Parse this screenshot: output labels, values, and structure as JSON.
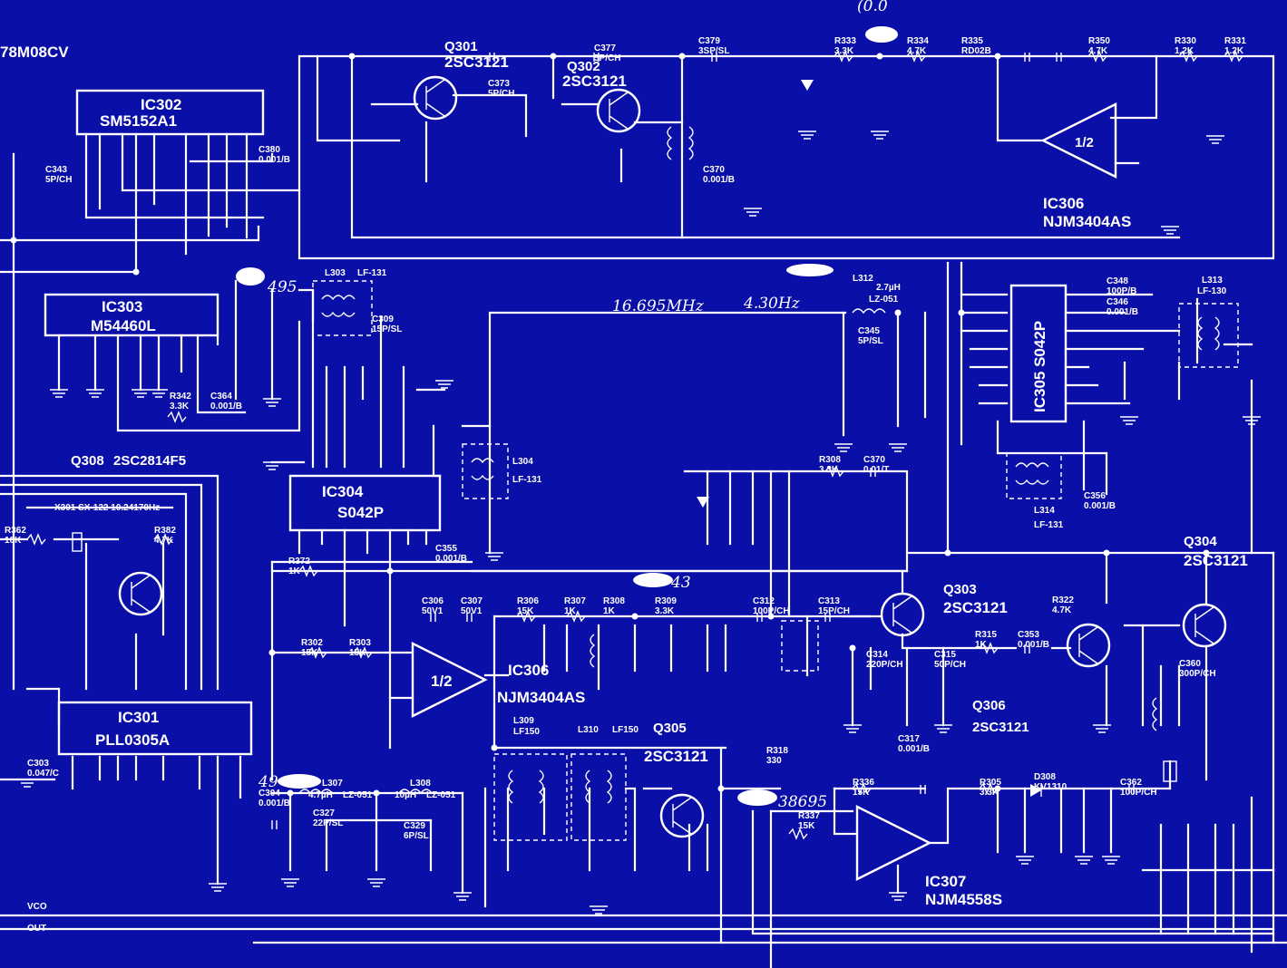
{
  "ic_labels": [
    {
      "id": "ic302-name",
      "text": "IC302"
    },
    {
      "id": "ic302-part",
      "text": "SM5152A1"
    },
    {
      "id": "ic303-name",
      "text": "IC303"
    },
    {
      "id": "ic303-part",
      "text": "M54460L"
    },
    {
      "id": "ic304-name",
      "text": "IC304"
    },
    {
      "id": "ic304-part",
      "text": "S042P"
    },
    {
      "id": "ic305-part",
      "text": "IC305 S042P"
    },
    {
      "id": "ic301-name",
      "text": "IC301"
    },
    {
      "id": "ic301-part",
      "text": "PLL0305A"
    },
    {
      "id": "ic306-top-name",
      "text": "IC306"
    },
    {
      "id": "ic306-top-part",
      "text": "NJM3404AS"
    },
    {
      "id": "ic306-mid-name",
      "text": "IC306"
    },
    {
      "id": "ic306-mid-part",
      "text": "NJM3404AS"
    },
    {
      "id": "ic307-name",
      "text": "IC307"
    },
    {
      "id": "ic307-part",
      "text": "NJM4558S"
    }
  ],
  "transistor_labels": [
    {
      "id": "q301",
      "name": "Q301",
      "part": "2SC3121"
    },
    {
      "id": "q302",
      "name": "Q302",
      "part": "2SC3121"
    },
    {
      "id": "q303",
      "name": "Q303",
      "part": "2SC3121"
    },
    {
      "id": "q304",
      "name": "Q304",
      "part": "2SC3121"
    },
    {
      "id": "q305",
      "name": "Q305",
      "part": "2SC3121"
    },
    {
      "id": "q306",
      "name": "Q306",
      "part": "2SC3121"
    },
    {
      "id": "q308",
      "name": "Q308",
      "part": "2SC2814F5"
    }
  ],
  "opamp_gain": "1/2",
  "top_left_text": "78M08CV",
  "crystal_label": "X301  SX-122  10.24170Hz",
  "coil_labels": {
    "l303": "L303",
    "l303_part": "LF-131",
    "l304": "L304",
    "l304_part": "LF-131",
    "l312": "L312",
    "l312_val": "2.7µH",
    "l312_part": "LZ-051",
    "l313": "L313",
    "l313_part": "LF-130",
    "l314": "L314",
    "l314_part": "LF-131",
    "l307": "L307",
    "l307_val": "4.7µH",
    "l307_part": "LZ-051",
    "l308": "L308",
    "l308_val": "10µH",
    "l308_part": "LZ-051",
    "l309": "L309",
    "l309_part": "LF150",
    "l310": "L310",
    "l310_part": "LF150"
  },
  "passive_labels": [
    {
      "id": "r333",
      "name": "R333",
      "val": "3.3K"
    },
    {
      "id": "r334",
      "name": "R334",
      "val": "4.7K"
    },
    {
      "id": "r335",
      "name": "R335",
      "val": "RD02B"
    },
    {
      "id": "r350",
      "name": "R350",
      "val": "4.7K"
    },
    {
      "id": "r330",
      "name": "R330",
      "val": "1.2K"
    },
    {
      "id": "r331",
      "name": "R331",
      "val": "1.2K"
    },
    {
      "id": "c379",
      "name": "C379",
      "val": "3SP/SL"
    },
    {
      "id": "c377",
      "name": "C377",
      "val": "5P/CH"
    },
    {
      "id": "c373",
      "name": "C373",
      "val": "5P/CH"
    },
    {
      "id": "c380",
      "name": "C380",
      "val": "0.001/B"
    },
    {
      "id": "c364",
      "name": "C364",
      "val": "0.001/B"
    },
    {
      "id": "c370",
      "name": "C370",
      "val": "0.001/B"
    },
    {
      "id": "r342",
      "name": "R342",
      "val": "3.3K"
    },
    {
      "id": "r372",
      "name": "R372",
      "val": "1K"
    },
    {
      "id": "r302",
      "name": "R302",
      "val": "15K"
    },
    {
      "id": "r303",
      "name": "R303",
      "val": "15K"
    },
    {
      "id": "r306",
      "name": "R306",
      "val": "15K"
    },
    {
      "id": "r307",
      "name": "R307",
      "val": "1K"
    },
    {
      "id": "r308",
      "name": "R308",
      "val": "1K"
    },
    {
      "id": "r309",
      "name": "R309",
      "val": "3.3K"
    },
    {
      "id": "c306",
      "name": "C306",
      "val": "50V1"
    },
    {
      "id": "c307",
      "name": "C307",
      "val": "50V1"
    },
    {
      "id": "c312",
      "name": "C312",
      "val": "100P/CH"
    },
    {
      "id": "c313",
      "name": "C313",
      "val": "15P/CH"
    },
    {
      "id": "r315",
      "name": "R315",
      "val": "1K"
    },
    {
      "id": "c353",
      "name": "C353",
      "val": "0.001/B"
    },
    {
      "id": "r322",
      "name": "R322",
      "val": "4.7K"
    },
    {
      "id": "c317",
      "name": "C317",
      "val": "0.001/B"
    },
    {
      "id": "r318",
      "name": "R318",
      "val": "330"
    },
    {
      "id": "r336",
      "name": "R336",
      "val": "15K"
    },
    {
      "id": "r337",
      "name": "R337",
      "val": "15K"
    },
    {
      "id": "r305",
      "name": "R305",
      "val": "3.3K"
    },
    {
      "id": "d308",
      "name": "D308",
      "val": "KV1310"
    },
    {
      "id": "c362",
      "name": "C362",
      "val": "100P/CH"
    },
    {
      "id": "r308b",
      "name": "R308",
      "val": "3.3K"
    },
    {
      "id": "c370b",
      "name": "C370",
      "val": "0.01/T"
    },
    {
      "id": "c304",
      "name": "C304",
      "val": "0.001/B"
    },
    {
      "id": "c327",
      "name": "C327",
      "val": "22P/SL"
    },
    {
      "id": "c329",
      "name": "C329",
      "val": "6P/SL"
    },
    {
      "id": "c303",
      "name": "C303",
      "val": "0.047/C"
    },
    {
      "id": "r362",
      "name": "R362",
      "val": "10K"
    },
    {
      "id": "r382",
      "name": "R382",
      "val": "4.7K"
    },
    {
      "id": "c343",
      "name": "C343",
      "val": "5P/CH"
    },
    {
      "id": "c355",
      "name": "C355",
      "val": "0.001/B"
    },
    {
      "id": "c356",
      "name": "C356",
      "val": "0.001/B"
    },
    {
      "id": "c348",
      "name": "C348",
      "val": "100P/B"
    },
    {
      "id": "c346",
      "name": "C346",
      "val": "0.001/B"
    },
    {
      "id": "c345",
      "name": "C345",
      "val": "5P/SL"
    },
    {
      "id": "c360",
      "name": "C360",
      "val": "300P/CH"
    },
    {
      "id": "c314",
      "name": "C314",
      "val": "220P/CH"
    },
    {
      "id": "c315",
      "name": "C315",
      "val": "50P/CH"
    },
    {
      "id": "c309",
      "name": "C309",
      "val": "15P/SL"
    }
  ],
  "net_labels": {
    "vco": "VCO",
    "out": "OUT"
  },
  "handwritten_notes": {
    "freq1": "16.695MHz",
    "freq2": "4.30Hz",
    "note_495": "495",
    "note_43": "43",
    "note_386": "38695",
    "note_49": "49",
    "note_top": "(0.0"
  }
}
